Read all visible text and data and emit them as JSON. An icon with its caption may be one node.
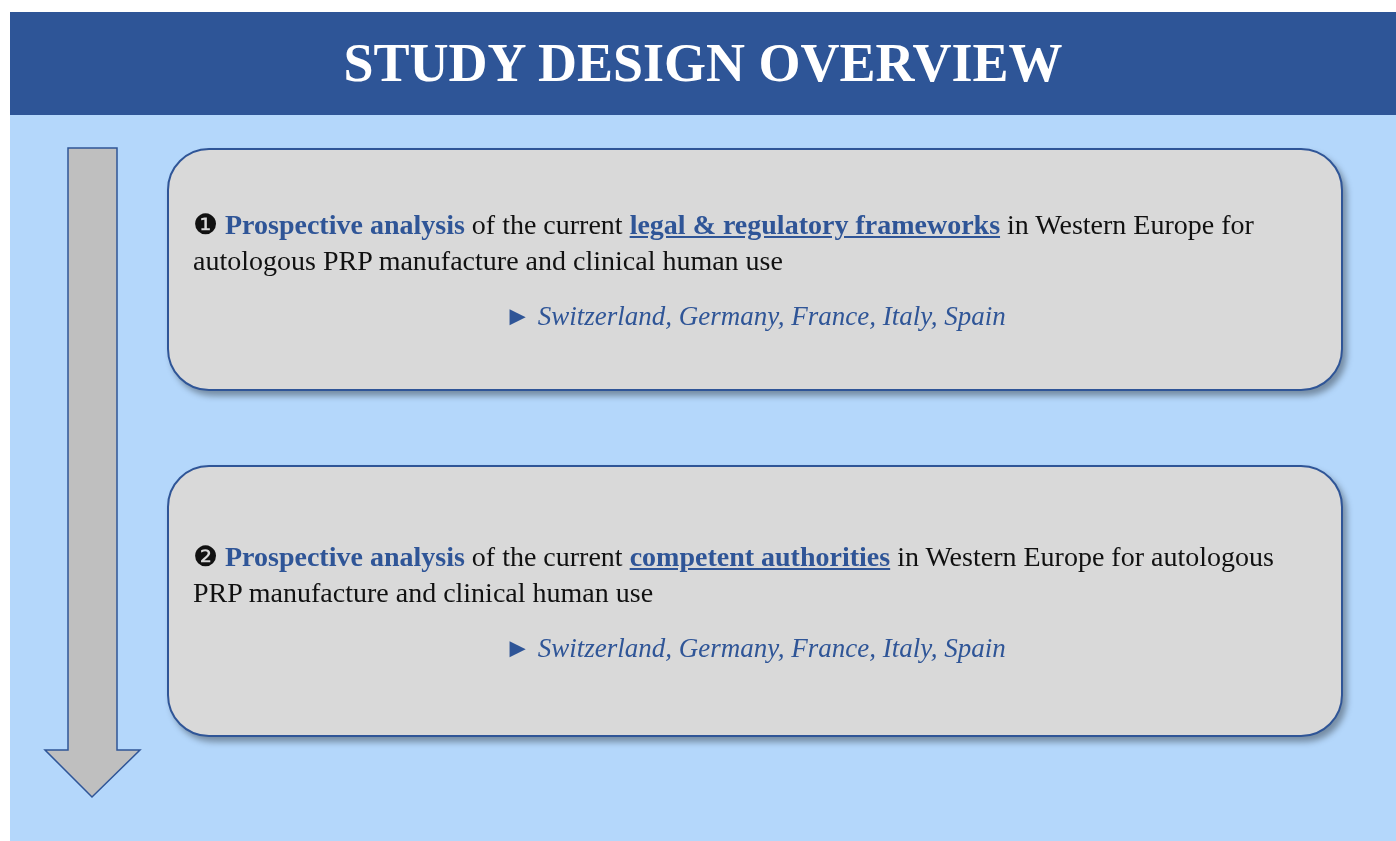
{
  "diagram": {
    "title": "STUDY DESIGN OVERVIEW",
    "nodes": [
      {
        "text": [
          "❶ **Prospective analysis** of the current **legal & regulatory frameworks** in Western Europe for autologous PRP manufacture and clinical human use",
          "► Switzerland, Germany, France, Italy, Spain"
        ]
      },
      {
        "text": [
          "❷ **Prospective analysis** of the current **competent authorities** in Western Europe for autologous PRP manufacture and clinical human use",
          "► Switzerland, Germany, France, Italy, Spain"
        ]
      }
    ],
    "edges": []
  }
}
